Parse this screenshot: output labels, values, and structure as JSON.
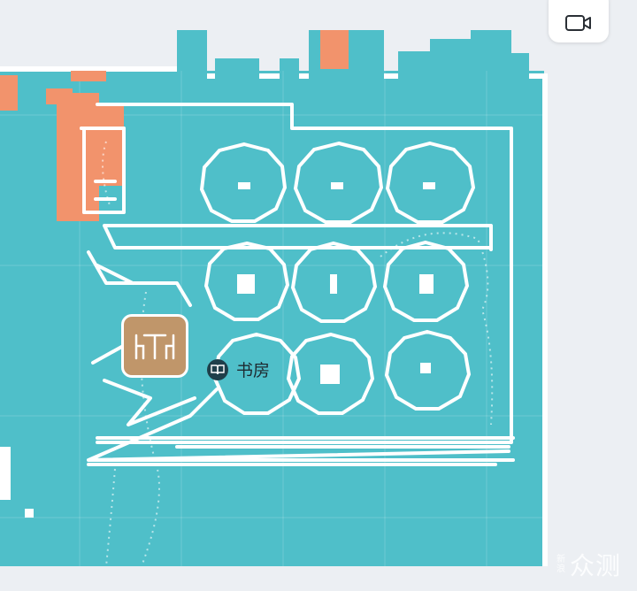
{
  "map": {
    "room_name": "书房",
    "floor_color": "#4fbfc9",
    "obstacle_color": "#f2936c",
    "path_color": "#ffffff"
  },
  "icons": {
    "camera": "video-camera-icon",
    "furniture": "table-chairs-icon",
    "room": "book-icon"
  },
  "watermark": {
    "brand": "新浪",
    "name": "众测"
  }
}
